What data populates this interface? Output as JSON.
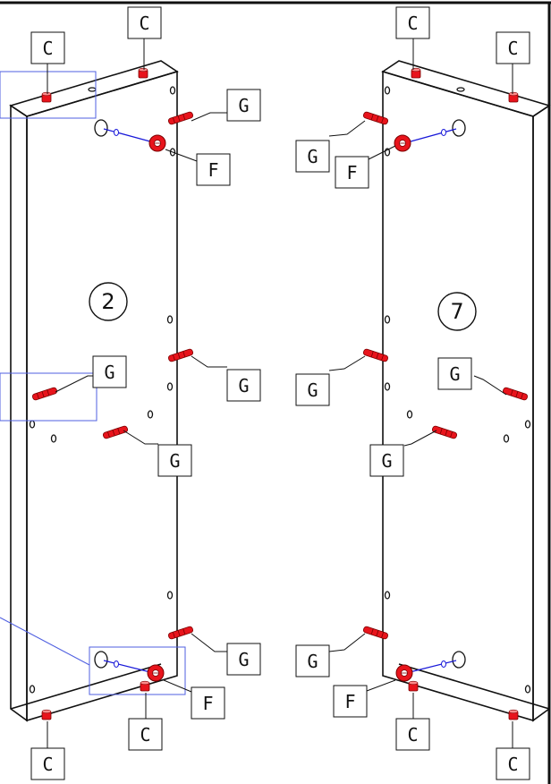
{
  "panels": [
    {
      "number": "2"
    },
    {
      "number": "7"
    }
  ],
  "labels": {
    "cam_lock": "F",
    "cam_pin": "C",
    "dowel": "G"
  },
  "colors": {
    "line": "#111111",
    "part_red": "#e8141c",
    "bolt_blue": "#1a1ad9",
    "callout_blue": "#4f5fe0"
  }
}
